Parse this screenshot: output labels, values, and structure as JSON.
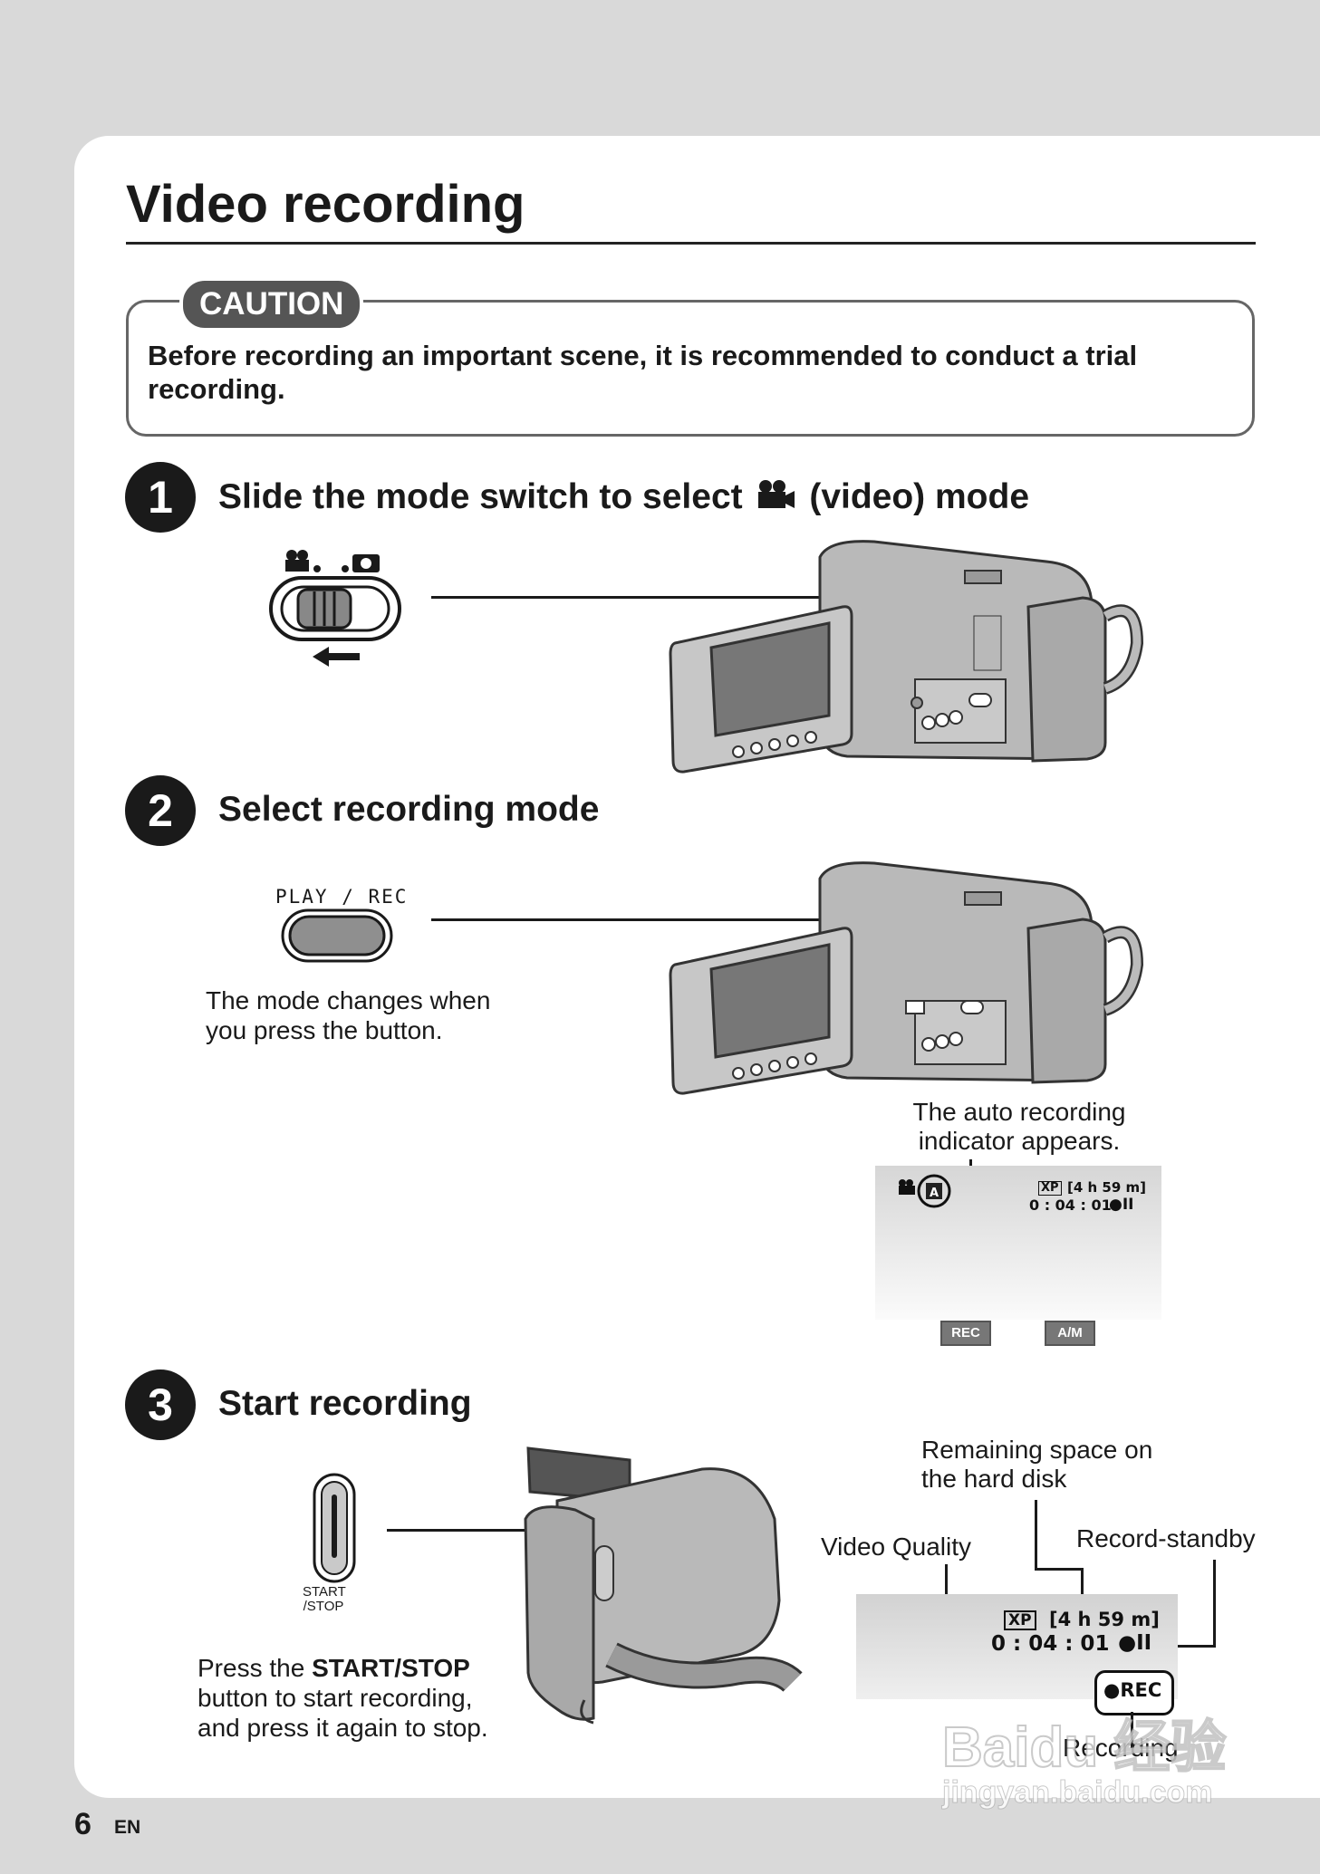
{
  "page": {
    "title": "Video recording",
    "number": "6",
    "language": "EN"
  },
  "caution": {
    "label": "CAUTION",
    "text": "Before recording an important scene, it is recommended to conduct a trial recording."
  },
  "steps": [
    {
      "number": "1",
      "title_before": "Slide the mode switch to select",
      "title_after": "(video) mode",
      "icon": "video-camera-icon"
    },
    {
      "number": "2",
      "title": "Select recording mode",
      "button_label": "PLAY / REC",
      "note_line1": "The mode changes when",
      "note_line2": "you press the button.",
      "indicator_note_line1": "The auto recording",
      "indicator_note_line2": "indicator appears.",
      "lcd": {
        "quality": "XP",
        "remaining": "[4 h 59 m]",
        "time": "0 : 04 : 01",
        "status": "●II",
        "auto_badge": "A",
        "rec_button": "REC",
        "am_button": "A/M"
      }
    },
    {
      "number": "3",
      "title": "Start recording",
      "button_label_line1": "START",
      "button_label_line2": "/STOP",
      "note_line1_prefix": "Press the ",
      "note_line1_bold": "START/STOP",
      "note_line2": "button to start recording,",
      "note_line3": "and press it again to stop.",
      "callouts": {
        "remaining_line1": "Remaining space on",
        "remaining_line2": "the hard disk",
        "quality": "Video Quality",
        "standby": "Record-standby",
        "recording": "Recording"
      },
      "lcd": {
        "quality": "XP",
        "remaining": "[4 h 59 m]",
        "time": "0 : 04 : 01",
        "status": "●II",
        "rec_badge": "●REC"
      }
    }
  ],
  "watermark": {
    "line1": "Baidu 经验",
    "line2": "jingyan.baidu.com"
  }
}
